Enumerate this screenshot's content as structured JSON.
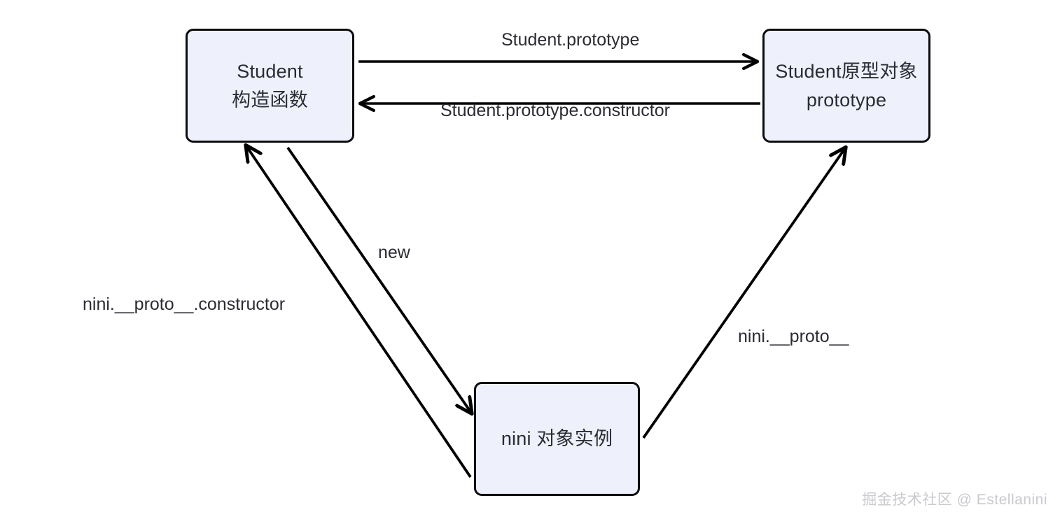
{
  "diagram": {
    "title": "JavaScript prototype chain relationship diagram",
    "colors": {
      "node_fill": "#eef1fb",
      "node_border": "#0d0d0d",
      "text": "#2b2b33",
      "edge": "#000000",
      "watermark": "#c9c9cf",
      "background": "#ffffff"
    },
    "nodes": [
      {
        "id": "student",
        "line1": "Student",
        "line2": "构造函数"
      },
      {
        "id": "prototype",
        "line1": "Student原型对象",
        "line2": "prototype"
      },
      {
        "id": "instance",
        "line1": "nini 对象实例",
        "line2": ""
      }
    ],
    "edges": [
      {
        "id": "student-to-prototype",
        "label": "Student.prototype",
        "from": "student",
        "to": "prototype",
        "direction": "right"
      },
      {
        "id": "prototype-to-student",
        "label": "Student.prototype.constructor",
        "from": "prototype",
        "to": "student",
        "direction": "left"
      },
      {
        "id": "student-to-instance",
        "label": "new",
        "from": "student",
        "to": "instance",
        "direction": "down-right"
      },
      {
        "id": "instance-to-student",
        "label": "nini.__proto__.constructor",
        "from": "instance",
        "to": "student",
        "direction": "up-left"
      },
      {
        "id": "instance-to-prototype",
        "label": "nini.__proto__",
        "from": "instance",
        "to": "prototype",
        "direction": "up-right"
      }
    ],
    "watermark": "掘金技术社区 @ Estellanini"
  }
}
